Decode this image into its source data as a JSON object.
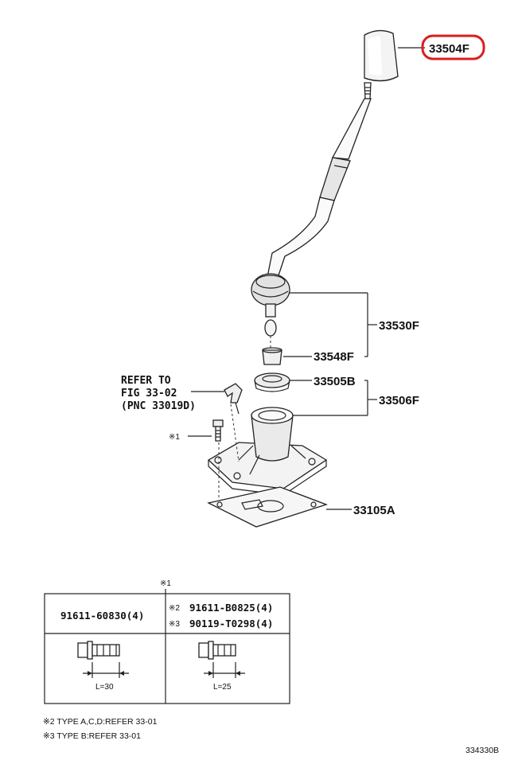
{
  "callouts": {
    "knob": "33504F",
    "lever_assy": "33530F",
    "bushing": "33548F",
    "boot": "33505B",
    "retainer_assy": "33506F",
    "gasket": "33105A"
  },
  "refer": {
    "line1": "REFER TO",
    "line2": "FIG 33-02",
    "line3": "(PNC 33019D)"
  },
  "marks": {
    "bolt_mark": "※1",
    "table_mark": "※1"
  },
  "table": {
    "left_part": "91611-60830(4)",
    "right_mark_2": "※2",
    "right_part_2": "91611-B0825(4)",
    "right_mark_3": "※3",
    "right_part_3": "90119-T0298(4)",
    "left_length": "L=30",
    "right_length": "L=25"
  },
  "notes": {
    "note2": "※2 TYPE A,C,D:REFER 33-01",
    "note3": "※3 TYPE B:REFER 33-01"
  },
  "figure_id": "334330B",
  "colors": {
    "highlight": "#d81e1e",
    "ink": "#222222"
  }
}
